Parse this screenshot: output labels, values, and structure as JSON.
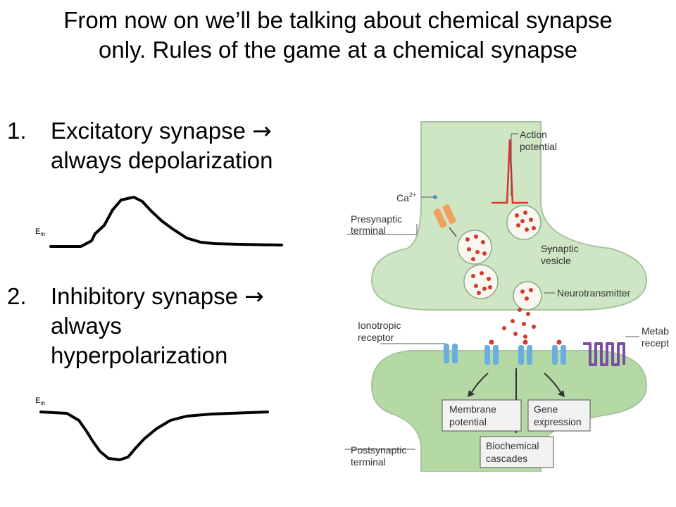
{
  "slide": {
    "title_line1": "From now on we’ll be talking about chemical synapse",
    "title_line2": "only. Rules of the game at a chemical synapse",
    "items": [
      {
        "number": "1.",
        "line1": "Excitatory synapse ",
        "arrow": "→",
        "line2": "always depolarization",
        "em_label": "E",
        "em_sub": "m"
      },
      {
        "number": "2.",
        "line1": "Inhibitory synapse ",
        "arrow": "→",
        "line2": "always",
        "line3": "hyperpolarization",
        "em_label": "E",
        "em_sub": "m"
      }
    ]
  },
  "diagram": {
    "labels": {
      "action_potential_1": "Action",
      "action_potential_2": "potential",
      "calcium": "Ca",
      "calcium_sup": "2+",
      "presynaptic_1": "Presynaptic",
      "presynaptic_2": "terminal",
      "synaptic_vesicle_1": "Synaptic",
      "synaptic_vesicle_2": "vesicle",
      "neurotransmitter": "Neurotransmitter",
      "ionotropic_1": "Ionotropic",
      "ionotropic_2": "receptor",
      "metabotropic_1": "Metab",
      "metabotropic_2": "recept",
      "membrane_potential_1": "Membrane",
      "membrane_potential_2": "potential",
      "gene_expression_1": "Gene",
      "gene_expression_2": "expression",
      "biochemical_1": "Biochemical",
      "biochemical_2": "cascades",
      "postsynaptic_1": "Postsynaptic",
      "postsynaptic_2": "terminal"
    },
    "colors": {
      "cell_fill": "#cfe6c4",
      "post_fill": "#b5d9a5",
      "outline": "#8aa88a",
      "spike": "#e03030",
      "dot": "#d33a2c",
      "receptor": "#6aaee0",
      "metabotropic": "#7b4fa0"
    }
  }
}
